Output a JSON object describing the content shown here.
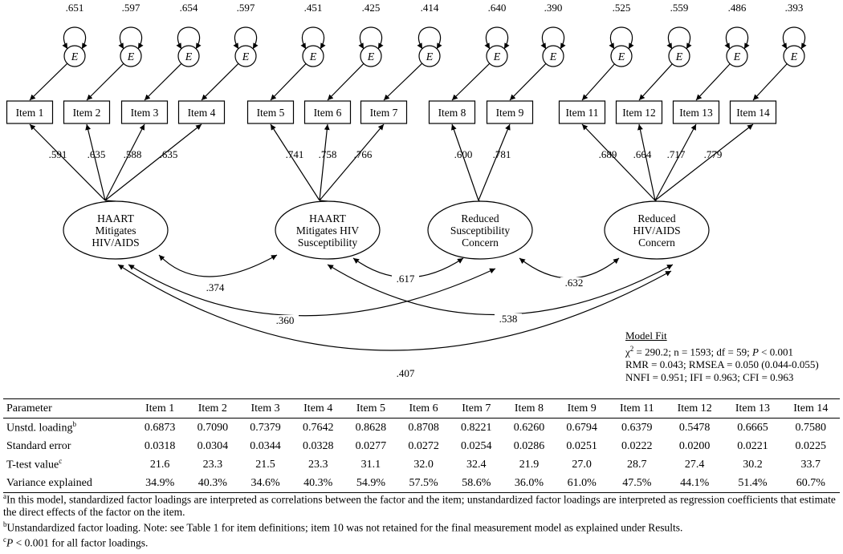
{
  "diagram": {
    "error_label": "E",
    "items": [
      {
        "label": "Item 1",
        "error_var": ".651",
        "loading": ".591"
      },
      {
        "label": "Item 2",
        "error_var": ".597",
        "loading": ".635"
      },
      {
        "label": "Item 3",
        "error_var": ".654",
        "loading": ".588"
      },
      {
        "label": "Item 4",
        "error_var": ".597",
        "loading": ".635"
      },
      {
        "label": "Item 5",
        "error_var": ".451",
        "loading": ".741"
      },
      {
        "label": "Item 6",
        "error_var": ".425",
        "loading": ".758"
      },
      {
        "label": "Item 7",
        "error_var": ".414",
        "loading": ".766"
      },
      {
        "label": "Item 8",
        "error_var": ".640",
        "loading": ".600"
      },
      {
        "label": "Item 9",
        "error_var": ".390",
        "loading": ".781"
      },
      {
        "label": "Item 11",
        "error_var": ".525",
        "loading": ".689"
      },
      {
        "label": "Item 12",
        "error_var": ".559",
        "loading": ".664"
      },
      {
        "label": "Item 13",
        "error_var": ".486",
        "loading": ".717"
      },
      {
        "label": "Item 14",
        "error_var": ".393",
        "loading": ".779"
      }
    ],
    "factors": [
      {
        "lines": [
          "HAART",
          "Mitigates",
          "HIV/AIDS"
        ]
      },
      {
        "lines": [
          "HAART",
          "Mitigates HIV",
          "Susceptibility"
        ]
      },
      {
        "lines": [
          "Reduced",
          "Susceptibility",
          "Concern"
        ]
      },
      {
        "lines": [
          "Reduced",
          "HIV/AIDS",
          "Concern"
        ]
      }
    ],
    "correlations": {
      "f1_f2": ".374",
      "f2_f3": ".617",
      "f3_f4": ".632",
      "f1_f3": ".360",
      "f2_f4": ".538",
      "f1_f4": ".407"
    }
  },
  "model_fit": {
    "title": "Model Fit",
    "line1_chi": "χ",
    "line1_sup": "2",
    "line1_rest": " = 290.2; n = 1593; df = 59; ",
    "line1_p": "P",
    "line1_end": " < 0.001",
    "line2": "RMR = 0.043; RMSEA = 0.050 (0.044-0.055)",
    "line3": "NNFI = 0.951; IFI = 0.963; CFI = 0.963"
  },
  "table": {
    "header": [
      "Parameter",
      "Item 1",
      "Item 2",
      "Item 3",
      "Item 4",
      "Item 5",
      "Item 6",
      "Item 7",
      "Item 8",
      "Item 9",
      "Item 11",
      "Item 12",
      "Item 13",
      "Item 14"
    ],
    "rows": [
      {
        "label": "Unstd. loading",
        "sup": "b",
        "values": [
          "0.6873",
          "0.7090",
          "0.7379",
          "0.7642",
          "0.8628",
          "0.8708",
          "0.8221",
          "0.6260",
          "0.6794",
          "0.6379",
          "0.5478",
          "0.6665",
          "0.7580"
        ]
      },
      {
        "label": "Standard error",
        "sup": "",
        "values": [
          "0.0318",
          "0.0304",
          "0.0344",
          "0.0328",
          "0.0277",
          "0.0272",
          "0.0254",
          "0.0286",
          "0.0251",
          "0.0222",
          "0.0200",
          "0.0221",
          "0.0225"
        ]
      },
      {
        "label": "T-test value",
        "sup": "c",
        "values": [
          "21.6",
          "23.3",
          "21.5",
          "23.3",
          "31.1",
          "32.0",
          "32.4",
          "21.9",
          "27.0",
          "28.7",
          "27.4",
          "30.2",
          "33.7"
        ]
      },
      {
        "label": "Variance explained",
        "sup": "",
        "values": [
          "34.9%",
          "40.3%",
          "34.6%",
          "40.3%",
          "54.9%",
          "57.5%",
          "58.6%",
          "36.0%",
          "61.0%",
          "47.5%",
          "44.1%",
          "51.4%",
          "60.7%"
        ]
      }
    ]
  },
  "notes": {
    "a_mark": "a",
    "a_text": "In this model, standardized factor loadings are interpreted as correlations between the factor and the item; unstandardized factor loadings are interpreted as regression coefficients that estimate the direct effects of the factor on the item.",
    "b_mark": "b",
    "b_text": "Unstandardized factor loading.  Note: see Table 1 for item definitions; item 10 was not retained for the final measurement model as explained under Results.",
    "c_mark": "c",
    "c_p": "P",
    "c_text": " < 0.001 for all factor loadings."
  }
}
